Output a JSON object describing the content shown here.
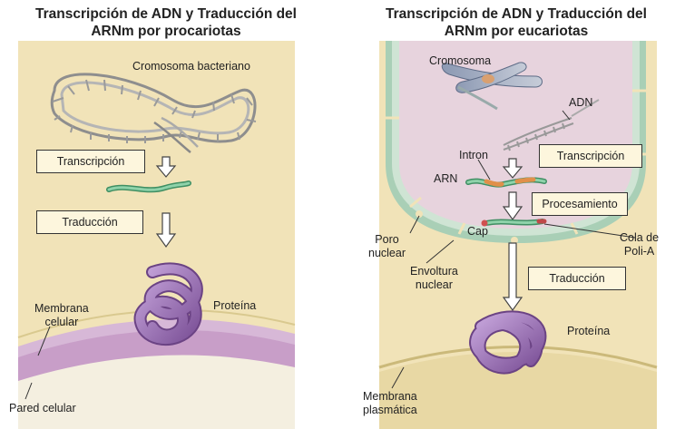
{
  "left": {
    "title_line1": "Transcripción de ADN y Traducción del",
    "title_line2": "ARNm por procariotas",
    "labels": {
      "chromosome": "Cromosoma bacteriano",
      "protein": "Proteína",
      "membrane_line1": "Membrana",
      "membrane_line2": "celular",
      "cell_wall": "Pared celular"
    },
    "steps": {
      "transcription": "Transcripción",
      "translation": "Traducción"
    }
  },
  "right": {
    "title_line1": "Transcripción de ADN y Traducción del",
    "title_line2": "ARNm por eucariotas",
    "labels": {
      "chromosome": "Cromosoma",
      "dna": "ADN",
      "intron": "Intron",
      "rna": "ARN",
      "cap": "Cap",
      "pore_line1": "Poro",
      "pore_line2": "nuclear",
      "envelope_line1": "Envoltura",
      "envelope_line2": "nuclear",
      "polya_line1": "Cola de",
      "polya_line2": "Poli-A",
      "protein": "Proteína",
      "membrane_line1": "Membrana",
      "membrane_line2": "plasmática"
    },
    "steps": {
      "transcription": "Transcripción",
      "processing": "Procesamiento",
      "translation": "Traducción"
    }
  },
  "colors": {
    "cytoplasm": "#f1e3b8",
    "nucleus": "#e7d3dd",
    "envelope": "#9fc7ae",
    "cell_wall": "#c89ec8",
    "protein": "#9a6fb0",
    "mrna": "#5fae82",
    "dna": "#a8a8a8"
  }
}
